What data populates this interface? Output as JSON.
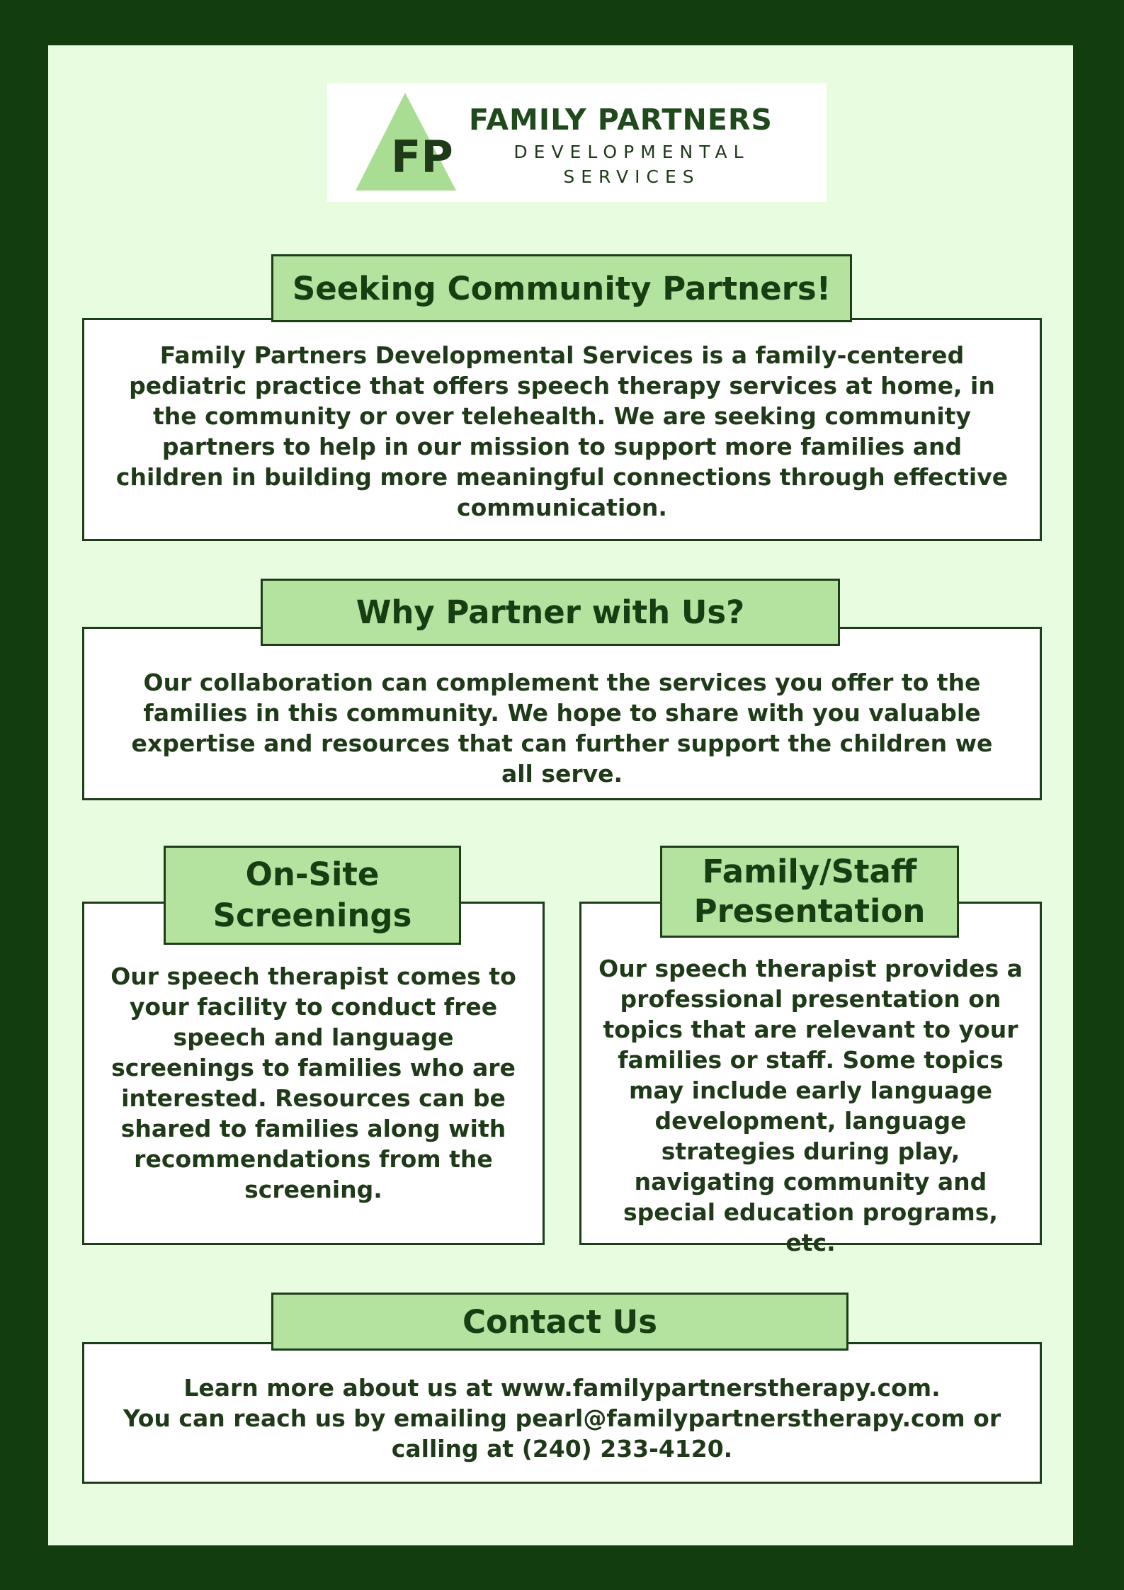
{
  "logo": {
    "monogram": "FP",
    "name": "FAMILY PARTNERS",
    "sub_line1": "DEVELOPMENTAL",
    "sub_line2": "SERVICES"
  },
  "sections": {
    "seeking": {
      "heading": "Seeking Community Partners!",
      "body": "Family Partners Developmental Services is a family-centered pediatric practice that offers speech therapy services at home, in the community or over telehealth. We are seeking community partners to help in our mission to support more families and children in building more meaningful connections through effective communication."
    },
    "why": {
      "heading": "Why Partner with Us?",
      "body": "Our collaboration can complement the services you offer to the families in this community. We hope to share with you valuable expertise and resources that can further support the children we all serve."
    },
    "onsite": {
      "heading_line1": "On-Site",
      "heading_line2": "Screenings",
      "body": "Our speech therapist comes to your facility to conduct free speech and language screenings to families who are interested. Resources can be shared to families along with recommendations from the screening."
    },
    "presentation": {
      "heading_line1": "Family/Staff",
      "heading_line2": "Presentation",
      "body": "Our speech therapist provides a professional presentation on topics that are relevant to your families or staff. Some topics may include early language development, language strategies during play, navigating community and special education programs, etc."
    },
    "contact": {
      "heading": "Contact Us",
      "line1": "Learn more about us at www.familypartnerstherapy.com.",
      "line2": "You can reach us by emailing pearl@familypartnerstherapy.com or calling at (240) 233-4120."
    }
  },
  "colors": {
    "frame": "#113d0f",
    "page": "#e8fce0",
    "tag": "#b3e39f",
    "ink": "#1f3a18"
  }
}
